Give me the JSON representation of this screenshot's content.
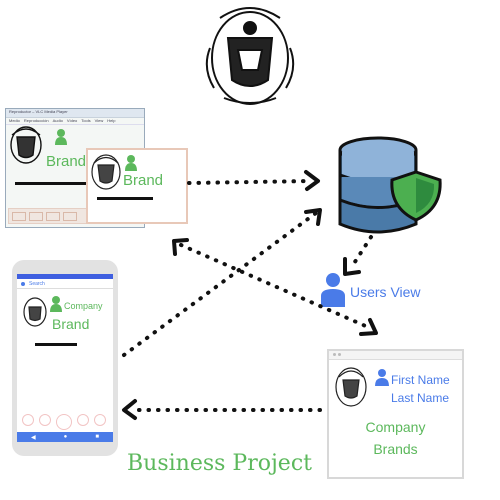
{
  "colors": {
    "green": "#5cb85c",
    "blue": "#4a7be8",
    "slate": "#4a7aa8",
    "dark": "#111111"
  },
  "desktop_window": {
    "title": "Reproductor – VLC Media Player",
    "menu": [
      "Medio",
      "Reproducción",
      "Audio",
      "Vídeo",
      "Tools",
      "View",
      "Help"
    ],
    "brand_label": "Brand"
  },
  "card_brand": {
    "label": "Brand"
  },
  "database": {
    "icon": "database-shield-icon"
  },
  "phone": {
    "search_label": "Search",
    "company_label": "Company",
    "brand_label": "Brand"
  },
  "users_view": {
    "label": "Users View",
    "icon": "user-icon"
  },
  "web_panel": {
    "first_name": "First Name",
    "last_name": "Last Name",
    "company": "Company",
    "brands": "Brands"
  },
  "footer_title": "Business Project"
}
